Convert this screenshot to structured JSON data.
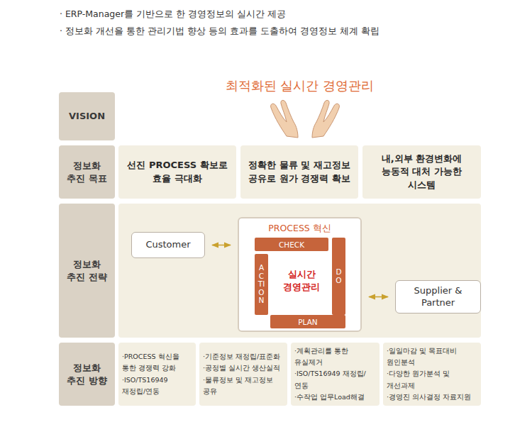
{
  "diagram": {
    "title": "최적화된 실시간 경영관리",
    "nodes": [
      {
        "text": [
          "VISION"
        ]
      },
      {
        "text": [
          "정보화 추진 목표"
        ]
      },
      {
        "text": [
          "선진 PROCESS 확보로 효율 극대화"
        ]
      },
      {
        "text": [
          "정확한 물류 및 재고정보 공유로 원가 경쟁력 확보"
        ]
      },
      {
        "text": [
          "내,외부 환경변화에 능동적 대처 가능한 시스템"
        ]
      },
      {
        "text": [
          "정보화 추진 전략"
        ]
      },
      {
        "text": [
          "Customer"
        ]
      },
      {
        "text": [
          "PROCESS 혁신",
          "실시간 경영관리"
        ]
      },
      {
        "text": [
          "CHECK"
        ],
        "in": 7
      },
      {
        "text": [
          "DO"
        ],
        "in": 7
      },
      {
        "text": [
          "PLAN"
        ],
        "in": 7
      },
      {
        "text": [
          "ACTION"
        ],
        "in": 7
      },
      {
        "text": [
          "Supplier & Partner"
        ]
      },
      {
        "text": [
          "정보화 추진 방향"
        ]
      },
      {
        "text": [
          "·PROCESS 혁신을 통한 경쟁력 강화",
          "·ISO/TS16949 재정립/연동"
        ]
      },
      {
        "text": [
          "·기준정보 재정립/표준화",
          "·공정별 실시간 생산실적",
          "·물류정보 및 재고정보 공유"
        ]
      },
      {
        "text": [
          "·계획관리를 통한 유실제거",
          "·ISO/TS16949 재정립/연동",
          "·수작업 업무Load해결"
        ]
      },
      {
        "text": [
          "·일일마감 및 목표대비 원인분석",
          "·다양한 원가분석 및 개선과제",
          "·경영진 의사결정 자료지원"
        ]
      }
    ],
    "edges": [
      {
        "from": 6,
        "to": 7,
        "arrow": "both"
      },
      {
        "from": 7,
        "to": 12,
        "arrow": "both"
      }
    ],
    "labels": [
      "· ERP-Manager를 기반으로 한 경영정보의 실시간 제공",
      "· 정보화 개선을 통한 관리기법 향상 등의 효과를 도출하여 경영정보 체계 확립"
    ]
  }
}
